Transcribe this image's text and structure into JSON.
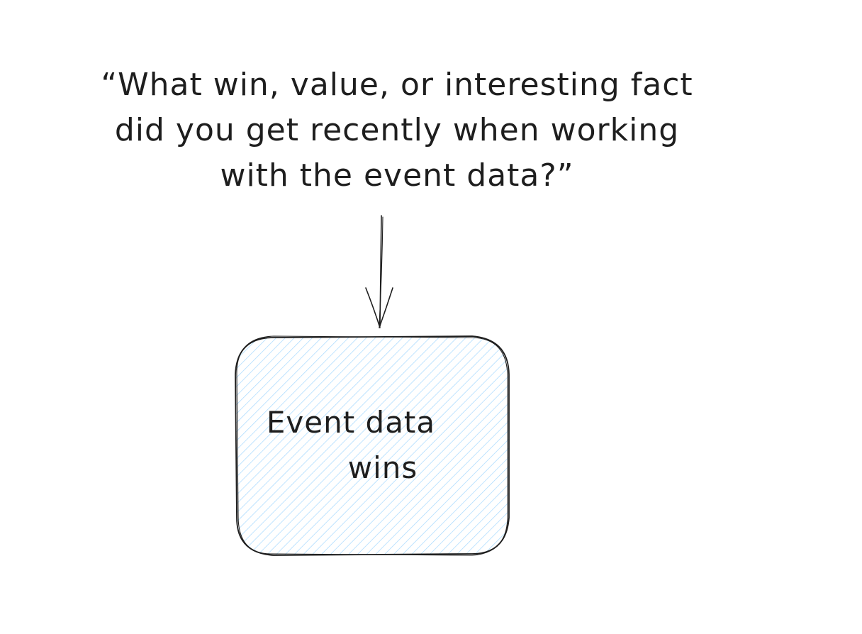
{
  "question": {
    "lines": [
      "“What win, value, or interesting fact",
      "did you get recently when working",
      "with the event data?”"
    ]
  },
  "box": {
    "label_lines": [
      "Event data",
      "wins"
    ],
    "fill_color": "#a5d8ff",
    "stroke_color": "#1e1e1e"
  },
  "arrow": {
    "stroke_color": "#1e1e1e"
  }
}
